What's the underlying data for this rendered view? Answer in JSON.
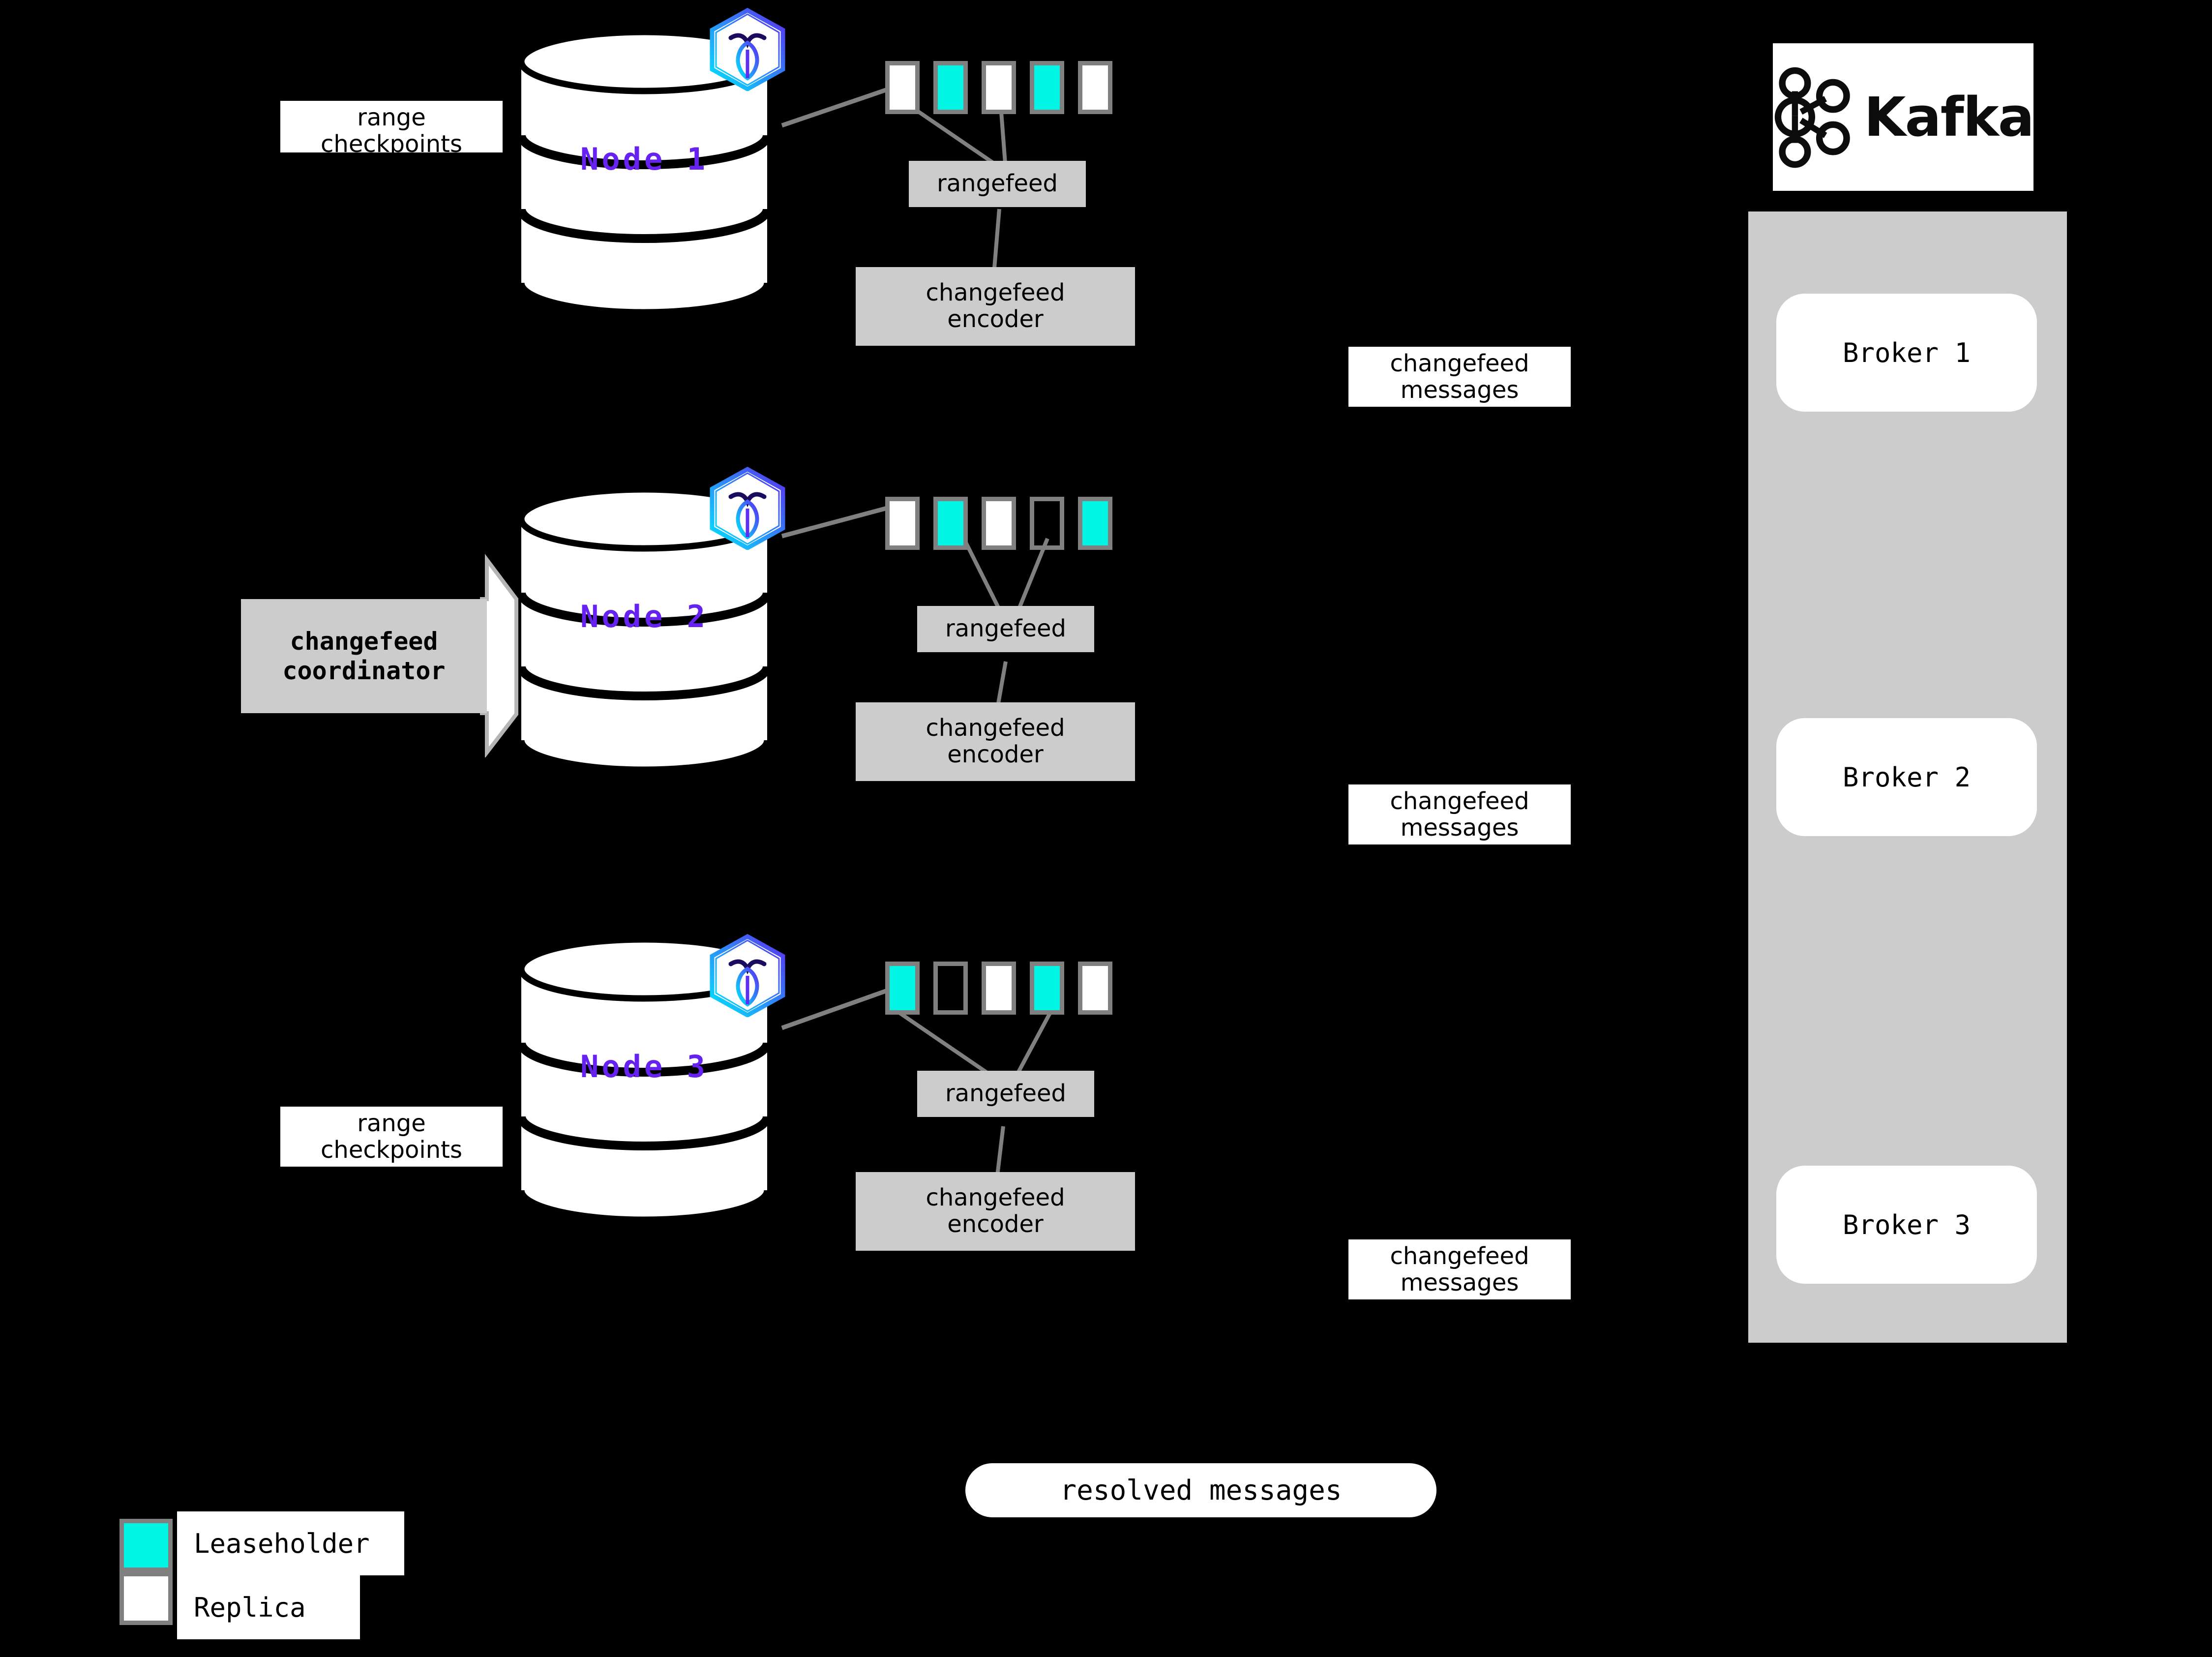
{
  "diagram": {
    "title": "CockroachDB changefeed to Kafka architecture",
    "background_color": "#000000",
    "colors": {
      "leaseholder": "#00f5e4",
      "replica": "#ffffff",
      "process_box": "#cccccc",
      "node_label": "#6622ee",
      "range_border": "#808080",
      "wire": "#808080"
    }
  },
  "nodes": [
    {
      "label": "Node 1",
      "ranges": [
        "replica",
        "leaseholder",
        "replica",
        "leaseholder",
        "replica"
      ],
      "rangefeed_label": "rangefeed",
      "encoder_label": "changefeed\nencoder",
      "encoder_line1": "changefeed",
      "encoder_line2": "encoder"
    },
    {
      "label": "Node 2",
      "ranges": [
        "replica",
        "leaseholder",
        "replica",
        "empty",
        "leaseholder"
      ],
      "rangefeed_label": "rangefeed",
      "encoder_label": "changefeed\nencoder",
      "encoder_line1": "changefeed",
      "encoder_line2": "encoder"
    },
    {
      "label": "Node 3",
      "ranges": [
        "leaseholder",
        "empty",
        "replica",
        "leaseholder",
        "replica"
      ],
      "rangefeed_label": "rangefeed",
      "encoder_label": "changefeed\nencoder",
      "encoder_line1": "changefeed",
      "encoder_line2": "encoder"
    }
  ],
  "annotations": {
    "range_checkpoints_top_line1": "range",
    "range_checkpoints_top_line2": "checkpoints",
    "range_checkpoints_bottom_line1": "range",
    "range_checkpoints_bottom_line2": "checkpoints",
    "coordinator_line1": "changefeed",
    "coordinator_line2": "coordinator",
    "changefeed_messages_line1": "changefeed",
    "changefeed_messages_line2": "messages",
    "resolved_messages": "resolved messages"
  },
  "changefeed_message_labels": [
    {
      "line1": "changefeed",
      "line2": "messages"
    },
    {
      "line1": "changefeed",
      "line2": "messages"
    },
    {
      "line1": "changefeed",
      "line2": "messages"
    }
  ],
  "kafka": {
    "wordmark": "Kafka",
    "logo_icon": "kafka-node-graph-icon",
    "brokers": [
      {
        "label": "Broker 1"
      },
      {
        "label": "Broker 2"
      },
      {
        "label": "Broker 3"
      }
    ]
  },
  "legend": {
    "items": [
      {
        "swatch": "leaseholder",
        "label": "Leaseholder"
      },
      {
        "swatch": "replica",
        "label": "Replica"
      }
    ]
  }
}
